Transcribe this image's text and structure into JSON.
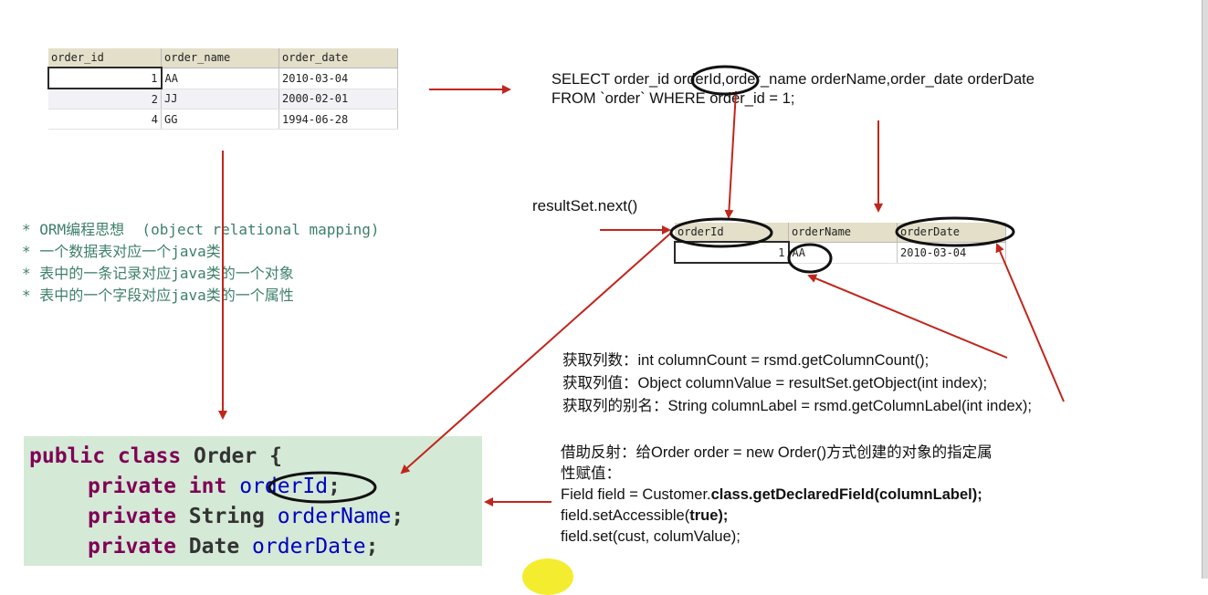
{
  "top_table": {
    "headers": [
      "order_id",
      "order_name",
      "order_date"
    ],
    "rows": [
      [
        "1",
        "AA",
        "2010-03-04"
      ],
      [
        "2",
        "JJ",
        "2000-02-01"
      ],
      [
        "4",
        "GG",
        "1994-06-28"
      ]
    ]
  },
  "sql": {
    "line1": "SELECT order_id orderId,order_name orderName,order_date orderDate",
    "line2": "FROM `order` WHERE order_id = 1;"
  },
  "resultset_label": "resultSet.next()",
  "alias_table": {
    "headers": [
      "orderId",
      "orderName",
      "orderDate"
    ],
    "row": [
      "1",
      "AA",
      "2010-03-04"
    ]
  },
  "notes": [
    "* ORM编程思想  (object relational mapping)",
    "* 一个数据表对应一个java类",
    "* 表中的一条记录对应java类的一个对象",
    "* 表中的一个字段对应java类的一个属性"
  ],
  "descriptions": [
    "获取列数：int columnCount = rsmd.getColumnCount();",
    "获取列值：Object columnValue = resultSet.getObject(int index);",
    "获取列的别名：String columnLabel = rsmd.getColumnLabel(int index);"
  ],
  "reflection": {
    "line1": "借助反射：给Order order = new Order()方式创建的对象的指定属",
    "line2": "性赋值：",
    "line3_pre": "Field field = Customer.",
    "line3_bold": "class.getDeclaredField(columnLabel);",
    "line4_pre": "field.setAccessible(",
    "line4_bold": "true);",
    "line5": "field.set(cust, columValue);"
  },
  "code": {
    "line1_kw": "public class",
    "line1_rest": " Order {",
    "line2_kw": "private int",
    "line2_field": "orderId",
    "line2_end": ";",
    "line3_kw": "private",
    "line3_type": " String ",
    "line3_field": "orderName",
    "line3_end": ";",
    "line4_kw": "private",
    "line4_type": " Date ",
    "line4_field": "orderDate",
    "line4_end": ";"
  },
  "colors": {
    "arrow": "#c0261c",
    "note_text": "#3d7f6b",
    "code_bg": "#d4e9d6",
    "keyword": "#7f0055",
    "field": "#0000c0",
    "header_bg": "#e3dfc9"
  }
}
